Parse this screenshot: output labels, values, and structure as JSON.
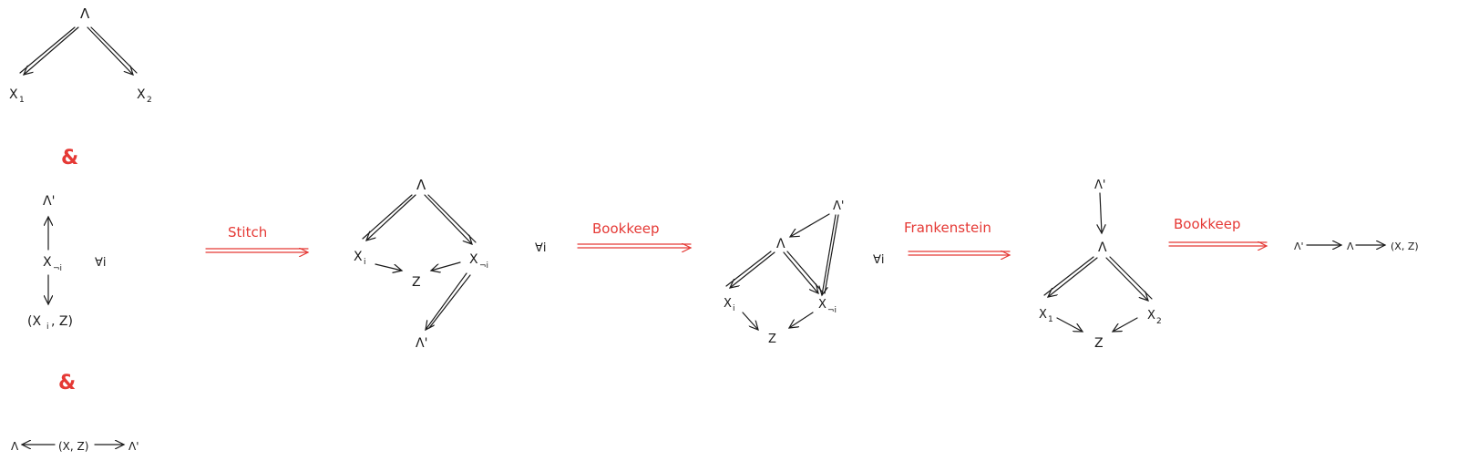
{
  "labels": {
    "lambda": "Λ",
    "lambda_prime": "Λ'",
    "x": "X",
    "z": "Z",
    "sub_1": "1",
    "sub_2": "2",
    "sub_i": "i",
    "sub_not_i": "¬i",
    "tuple_xi_z": "(X",
    "tuple_xi_z_end": ", Z)",
    "tuple_x_z": "(X, Z)",
    "forall_i": "∀i",
    "ampersand": "&"
  },
  "operations": {
    "stitch": "Stitch",
    "bookkeep_1": "Bookkeep",
    "frankenstein": "Frankenstein",
    "bookkeep_2": "Bookkeep"
  },
  "colors": {
    "ink": "#1a1a1a",
    "accent": "#e53935"
  }
}
